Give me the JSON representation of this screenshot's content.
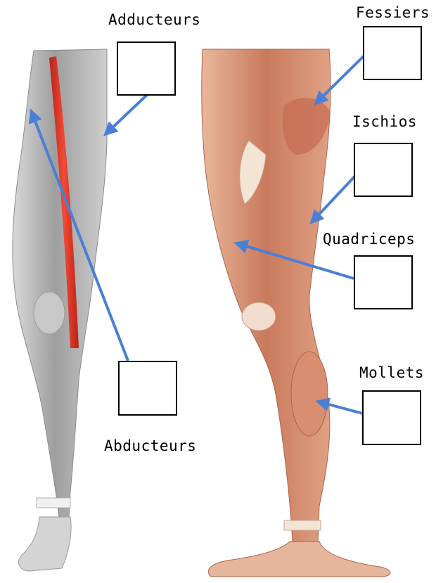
{
  "labels": {
    "adducteurs": "Adducteurs",
    "abducteurs": "Abducteurs",
    "fessiers": "Fessiers",
    "ischios": "Ischios",
    "quadriceps": "Quadriceps",
    "mollets": "Mollets"
  },
  "colors": {
    "arrow": "#4a7fd6",
    "highlight_muscle": "#e23a2a",
    "grey_leg": "#a9a9a9",
    "anatomy_leg": "#cf8a6d"
  }
}
